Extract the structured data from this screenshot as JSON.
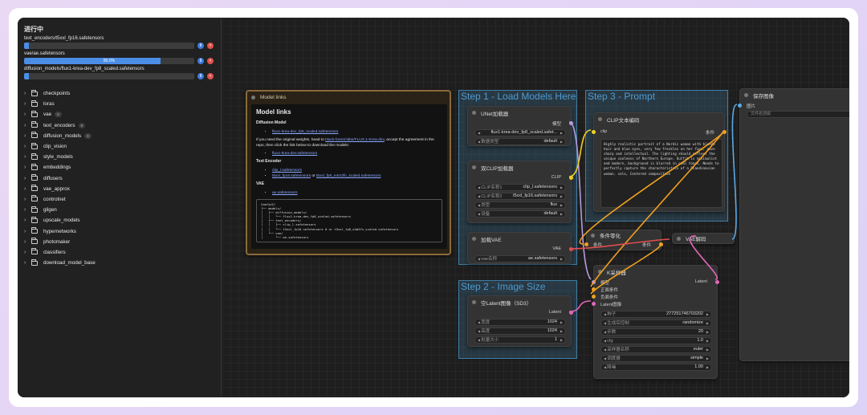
{
  "sidebar": {
    "title": "进行中",
    "downloads": [
      {
        "name": "text_encoders/t5xxl_fp16.safetensors",
        "progress": 0.03,
        "pct_label": ""
      },
      {
        "name": "vae/ae.safetensors",
        "progress": 0.8,
        "pct_label": "80.0%"
      },
      {
        "name": "diffusion_models/flux1-krea-dev_fp8_scaled.safetensors",
        "progress": 0.03,
        "pct_label": ""
      }
    ],
    "pause_glyph": "Ⅱ",
    "cancel_glyph": "×",
    "folders": [
      {
        "label": "checkpoints",
        "badge": ""
      },
      {
        "label": "loras",
        "badge": ""
      },
      {
        "label": "vae",
        "badge": "0"
      },
      {
        "label": "text_encoders",
        "badge": "0"
      },
      {
        "label": "diffusion_models",
        "badge": "0"
      },
      {
        "label": "clip_vision",
        "badge": ""
      },
      {
        "label": "style_models",
        "badge": ""
      },
      {
        "label": "embeddings",
        "badge": ""
      },
      {
        "label": "diffusers",
        "badge": ""
      },
      {
        "label": "vae_approx",
        "badge": ""
      },
      {
        "label": "controlnet",
        "badge": ""
      },
      {
        "label": "gligen",
        "badge": ""
      },
      {
        "label": "upscale_models",
        "badge": ""
      },
      {
        "label": "hypernetworks",
        "badge": ""
      },
      {
        "label": "photomaker",
        "badge": ""
      },
      {
        "label": "classifiers",
        "badge": ""
      },
      {
        "label": "download_model_base",
        "badge": ""
      }
    ]
  },
  "canvas": {
    "groups": {
      "step1": "Step 1 - Load Models Here",
      "step2": "Step 2 - Image Size",
      "step3": "Step 3 - Prompt"
    },
    "model_links": {
      "node_title": "Model links",
      "heading": "Model links",
      "diffusion_heading": "Diffusion Model",
      "diffusion_file": "flux1-krea-dev_fp8_scaled.safetensors",
      "para_1": "If you need the original weights, head to ",
      "para_link": "black-forest-labs/FLUX.1-Krea-dev",
      "para_2": ", accept the agreement in the repo, then click the link below to download the models:",
      "original_file": "flux1-krea-dev.safetensors",
      "text_encoder_heading": "Text Encoder",
      "clip_file": "clip_l.safetensors",
      "t5_fp16": "t5xxl_fp16.safetensors",
      "or_text": " or ",
      "t5_fp8": "t5xxl_fp8_e4m3fn_scaled.safetensors",
      "vae_heading": "VAE",
      "vae_file": "ae.safetensors",
      "tree": "ComfyUI/\n├── models/\n│   ├── diffusion_models/\n│   │   └── flux1-krea-dev_fp8_scaled.safetensors\n│   ├── text_encoders/\n│   │   ├── clip_l.safetensors\n│   │   └── t5xxl_fp16.safetensors # or t5xxl_fp8_e4m3fn_scaled.safetensors\n│   └── vae/\n│       └── ae.safetensors"
    },
    "unet": {
      "title": "UNet加载器",
      "out_model": "模型",
      "w1_value": "flux1-krea-dev_fp8_scaled.safet...",
      "w2_label": "数据类型",
      "w2_value": "default"
    },
    "dualclip": {
      "title": "双CLIP加载器",
      "out_clip": "CLIP",
      "w1_label": "CLIP名称1",
      "w1_value": "clip_l.safetensors",
      "w2_label": "CLIP名称2",
      "w2_value": "t5xxl_fp16.safetensors",
      "w3_label": "类型",
      "w3_value": "flux",
      "w4_label": "设备",
      "w4_value": "default"
    },
    "vae_loader": {
      "title": "加载VAE",
      "out_vae": "VAE",
      "w1_label": "vae名称",
      "w1_value": "ae.safetensors"
    },
    "clip_encode": {
      "title": "CLIP文本编码",
      "in_clip": "clip",
      "out_cond": "条件",
      "prompt": "Highly realistic portrait of a Nordic woman with blonde hair and blue eyes, very few freckles on her face, gaze sharp and intellectual. The lighting should reflect the unique coolness of Northern Europe. Outfit is minimalist and modern, background is blurred in cool tones. Needs to perfectly capture the characteristics of a Scandinavian woman. solo, Centered composition"
    },
    "zero_out": {
      "title": "条件零化",
      "in_cond": "条件",
      "out_cond": "条件"
    },
    "empty_latent": {
      "title": "空Latent图像（SD3）",
      "out_latent": "Latent",
      "w1_label": "宽度",
      "w1_value": "1024",
      "w2_label": "高度",
      "w2_value": "1024",
      "w3_label": "批量大小",
      "w3_value": "1"
    },
    "ksampler": {
      "title": "K采样器",
      "in_model": "模型",
      "in_pos": "正面条件",
      "in_neg": "负面条件",
      "in_latent": "Latent图像",
      "out_latent": "Latent",
      "widgets": [
        {
          "label": "种子",
          "value": "277251746703202"
        },
        {
          "label": "生成后控制",
          "value": "randomize"
        },
        {
          "label": "步数",
          "value": "20"
        },
        {
          "label": "cfg",
          "value": "1.0"
        },
        {
          "label": "采样器名称",
          "value": "euler"
        },
        {
          "label": "调度器",
          "value": "simple"
        },
        {
          "label": "降噪",
          "value": "1.00"
        }
      ]
    },
    "vae_decode": {
      "title": "VAE解码"
    },
    "save_image": {
      "title": "保存图像",
      "in_images": "图片",
      "filename_label": "文件名前缀"
    }
  },
  "colors": {
    "group_brown": "#8a6a3a",
    "group_blue": "#3f7ea6",
    "link_orange": "#f0a020",
    "link_lavender": "#b59be0",
    "link_pink": "#e066b8",
    "link_blue": "#5aa9e6",
    "link_red": "#e24d4d",
    "accent_blue": "#4a8ee6"
  }
}
